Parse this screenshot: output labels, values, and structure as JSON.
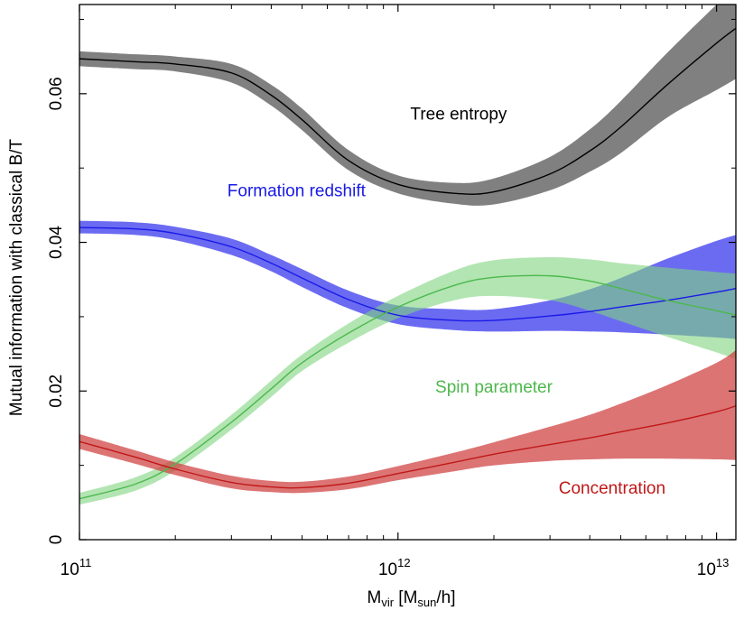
{
  "chart_data": {
    "type": "line",
    "title": "",
    "xlabel": {
      "main": "M",
      "sub": "vir",
      "bracket_open": " [M",
      "bracket_sub": "sun",
      "bracket_close": "/h]"
    },
    "ylabel": "Mutual information with classical B/T",
    "x_scale": "log",
    "xlim": [
      100000000000.0,
      11500000000000.0
    ],
    "ylim": [
      0,
      0.072
    ],
    "x_ticks": [
      {
        "value": 100000000000.0,
        "base": "10",
        "exp": "11"
      },
      {
        "value": 1000000000000.0,
        "base": "10",
        "exp": "12"
      },
      {
        "value": 10000000000000.0,
        "base": "10",
        "exp": "13"
      }
    ],
    "y_ticks": [
      {
        "value": 0,
        "label": "0"
      },
      {
        "value": 0.02,
        "label": "0.02"
      },
      {
        "value": 0.04,
        "label": "0.04"
      },
      {
        "value": 0.06,
        "label": "0.06"
      }
    ],
    "y_minor_ticks": [
      0.01,
      0.03,
      0.05,
      0.07
    ],
    "grid": false,
    "series": [
      {
        "name": "Tree entropy",
        "line_color": "#000000",
        "band_color": "#555555",
        "band_opacity": 0.75,
        "x": [
          100000000000.0,
          150000000000.0,
          200000000000.0,
          300000000000.0,
          400000000000.0,
          500000000000.0,
          700000000000.0,
          1000000000000.0,
          1500000000000.0,
          2000000000000.0,
          3000000000000.0,
          4000000000000.0,
          5000000000000.0,
          7000000000000.0,
          10000000000000.0,
          11500000000000.0
        ],
        "y": [
          0.0647,
          0.0643,
          0.064,
          0.0628,
          0.0598,
          0.0565,
          0.051,
          0.0478,
          0.0466,
          0.0468,
          0.0492,
          0.0523,
          0.0555,
          0.0612,
          0.0668,
          0.0688
        ],
        "lower": [
          0.0637,
          0.0633,
          0.063,
          0.0615,
          0.0584,
          0.0551,
          0.0497,
          0.0466,
          0.0452,
          0.0451,
          0.047,
          0.0495,
          0.052,
          0.0568,
          0.0605,
          0.062
        ],
        "upper": [
          0.0657,
          0.0653,
          0.065,
          0.064,
          0.0612,
          0.058,
          0.0524,
          0.049,
          0.048,
          0.0486,
          0.0515,
          0.0552,
          0.059,
          0.0655,
          0.072,
          0.0745
        ]
      },
      {
        "name": "Formation redshift",
        "line_color": "#1a1ae6",
        "band_color": "#3a3aee",
        "band_opacity": 0.75,
        "x": [
          100000000000.0,
          150000000000.0,
          200000000000.0,
          300000000000.0,
          400000000000.0,
          500000000000.0,
          700000000000.0,
          1000000000000.0,
          1500000000000.0,
          2000000000000.0,
          3000000000000.0,
          4000000000000.0,
          5000000000000.0,
          7000000000000.0,
          10000000000000.0,
          11500000000000.0
        ],
        "y": [
          0.042,
          0.0418,
          0.0412,
          0.0394,
          0.0372,
          0.0352,
          0.0323,
          0.0302,
          0.0295,
          0.0295,
          0.0301,
          0.0307,
          0.0313,
          0.0322,
          0.0333,
          0.0338
        ],
        "lower": [
          0.0412,
          0.041,
          0.0403,
          0.0383,
          0.0361,
          0.034,
          0.0311,
          0.029,
          0.0282,
          0.028,
          0.0281,
          0.028,
          0.0279,
          0.0276,
          0.0272,
          0.027
        ],
        "upper": [
          0.0429,
          0.0427,
          0.0421,
          0.0405,
          0.0383,
          0.0364,
          0.0335,
          0.0315,
          0.031,
          0.031,
          0.0322,
          0.0337,
          0.0352,
          0.0378,
          0.0402,
          0.041
        ]
      },
      {
        "name": "Spin parameter",
        "line_color": "#4db84d",
        "band_color": "#7fd47f",
        "band_opacity": 0.6,
        "x": [
          100000000000.0,
          150000000000.0,
          200000000000.0,
          300000000000.0,
          400000000000.0,
          500000000000.0,
          700000000000.0,
          1000000000000.0,
          1500000000000.0,
          2000000000000.0,
          3000000000000.0,
          4000000000000.0,
          5000000000000.0,
          7000000000000.0,
          10000000000000.0,
          11500000000000.0
        ],
        "y": [
          0.0055,
          0.0075,
          0.0102,
          0.0158,
          0.0203,
          0.0238,
          0.0278,
          0.0313,
          0.0342,
          0.0353,
          0.0355,
          0.0348,
          0.0338,
          0.0322,
          0.0308,
          0.0302
        ],
        "lower": [
          0.0047,
          0.0066,
          0.0093,
          0.0148,
          0.0192,
          0.0227,
          0.0265,
          0.0298,
          0.0322,
          0.0328,
          0.0322,
          0.0308,
          0.0294,
          0.0273,
          0.0252,
          0.0243
        ],
        "upper": [
          0.0063,
          0.0084,
          0.0111,
          0.0168,
          0.0214,
          0.0249,
          0.0291,
          0.0328,
          0.0362,
          0.0376,
          0.038,
          0.0377,
          0.0372,
          0.0366,
          0.036,
          0.0358
        ]
      },
      {
        "name": "Concentration",
        "line_color": "#c01818",
        "band_color": "#cf3e3e",
        "band_opacity": 0.72,
        "x": [
          100000000000.0,
          150000000000.0,
          200000000000.0,
          300000000000.0,
          400000000000.0,
          500000000000.0,
          700000000000.0,
          1000000000000.0,
          1500000000000.0,
          2000000000000.0,
          3000000000000.0,
          4000000000000.0,
          5000000000000.0,
          7000000000000.0,
          10000000000000.0,
          11500000000000.0
        ],
        "y": [
          0.0132,
          0.0111,
          0.0095,
          0.0077,
          0.0071,
          0.007,
          0.0076,
          0.0089,
          0.0104,
          0.0115,
          0.0128,
          0.0137,
          0.0145,
          0.0157,
          0.0172,
          0.018
        ],
        "lower": [
          0.0122,
          0.0102,
          0.0087,
          0.0069,
          0.0064,
          0.0063,
          0.0068,
          0.008,
          0.0092,
          0.01,
          0.0106,
          0.0108,
          0.0109,
          0.0109,
          0.0108,
          0.0107
        ],
        "upper": [
          0.0142,
          0.012,
          0.0104,
          0.0086,
          0.0079,
          0.0078,
          0.0085,
          0.0099,
          0.0117,
          0.0131,
          0.0152,
          0.0168,
          0.0183,
          0.0208,
          0.0238,
          0.0255
        ]
      }
    ],
    "annotations": [
      {
        "text": "Tree entropy",
        "x": 1550000000000.0,
        "y": 0.0565,
        "color": "#000000"
      },
      {
        "text": "Formation redshift",
        "x": 480000000000.0,
        "y": 0.0462,
        "color": "#1a1ae6"
      },
      {
        "text": "Spin parameter",
        "x": 2000000000000.0,
        "y": 0.0198,
        "color": "#4db84d"
      },
      {
        "text": "Concentration",
        "x": 4700000000000.0,
        "y": 0.0062,
        "color": "#c01818"
      }
    ]
  }
}
